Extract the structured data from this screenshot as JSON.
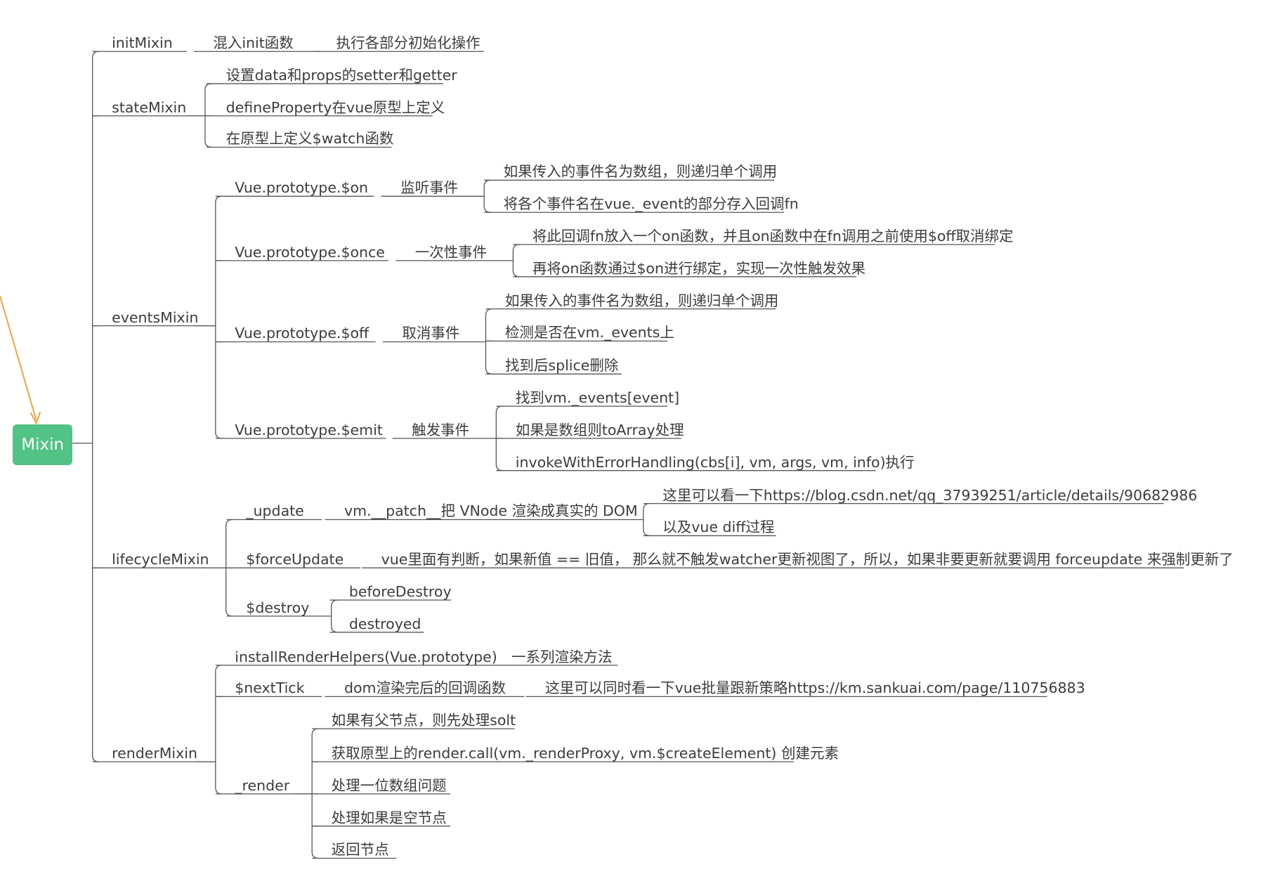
{
  "root": {
    "label": "Mixin"
  },
  "nodes": {
    "initMixin": "initMixin",
    "init_fn": "混入init函数",
    "init_desc": "执行各部分初始化操作",
    "stateMixin": "stateMixin",
    "state_1": "设置data和props的setter和getter",
    "state_2": "defineProperty在vue原型上定义",
    "state_3": "在原型上定义$watch函数",
    "eventsMixin": "eventsMixin",
    "on": "Vue.prototype.$on",
    "on_desc": "监听事件",
    "on_1": "如果传入的事件名为数组，则递归单个调用",
    "on_2": "将各个事件名在vue._event的部分存入回调fn",
    "once": "Vue.prototype.$once",
    "once_desc": "一次性事件",
    "once_1": "将此回调fn放入一个on函数，并且on函数中在fn调用之前使用$off取消绑定",
    "once_2": "再将on函数通过$on进行绑定，实现一次性触发效果",
    "off": "Vue.prototype.$off",
    "off_desc": "取消事件",
    "off_1": "如果传入的事件名为数组，则递归单个调用",
    "off_2": "检测是否在vm._events上",
    "off_3": "找到后splice删除",
    "emit": "Vue.prototype.$emit",
    "emit_desc": "触发事件",
    "emit_1": "找到vm._events[event]",
    "emit_2": "如果是数组则toArray处理",
    "emit_3": "invokeWithErrorHandling(cbs[i], vm, args, vm, info)执行",
    "lifecycleMixin": "lifecycleMixin",
    "update": "_update",
    "update_desc": "vm.__patch__把 VNode 渲染成真实的 DOM",
    "update_1": "这里可以看一下https://blog.csdn.net/qq_37939251/article/details/90682986",
    "update_2": "以及vue diff过程",
    "forceUpdate": "$forceUpdate",
    "forceUpdate_desc": "vue里面有判断，如果新值 == 旧值， 那么就不触发watcher更新视图了，所以，如果非要更新就要调用 forceupdate 来强制更新了",
    "destroy": "$destroy",
    "destroy_1": "beforeDestroy",
    "destroy_2": "destroyed",
    "renderMixin": "renderMixin",
    "helpers": "installRenderHelpers(Vue.prototype)",
    "helpers_desc": "一系列渲染方法",
    "nextTick": "$nextTick",
    "nextTick_desc": "dom渲染完后的回调函数",
    "nextTick_note": "这里可以同时看一下vue批量跟新策略https://km.sankuai.com/page/110756883",
    "render": "_render",
    "render_1": "如果有父节点，则先处理solt",
    "render_2": "获取原型上的render.call(vm._renderProxy, vm.$createElement) 创建元素",
    "render_3": "处理一位数组问题",
    "render_4": "处理如果是空节点",
    "render_5": "返回节点"
  },
  "colors": {
    "root_bg": "#52c285",
    "line": "#555555",
    "arrow": "#f5a43c"
  }
}
